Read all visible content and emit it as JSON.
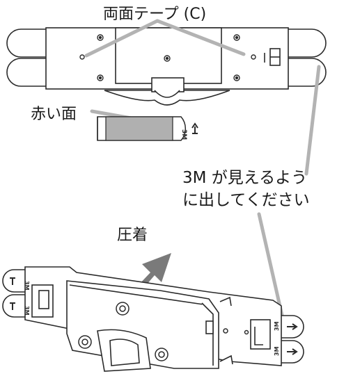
{
  "labels": {
    "double_sided_tape": "両面テープ (C)",
    "red_side": "赤い面",
    "instruction_line1": "3M が見えるよう",
    "instruction_line2": "に出してください",
    "press": "圧着"
  },
  "tape_markings": {
    "brand": "3M"
  },
  "colors": {
    "outline": "#2a2a2a",
    "leader_line": "#b3b3b3",
    "red_face": "#b0b0b0",
    "arrow": "#7a7a7a"
  },
  "icons": [
    "arrow-up-icon",
    "press-arrow-icon"
  ]
}
